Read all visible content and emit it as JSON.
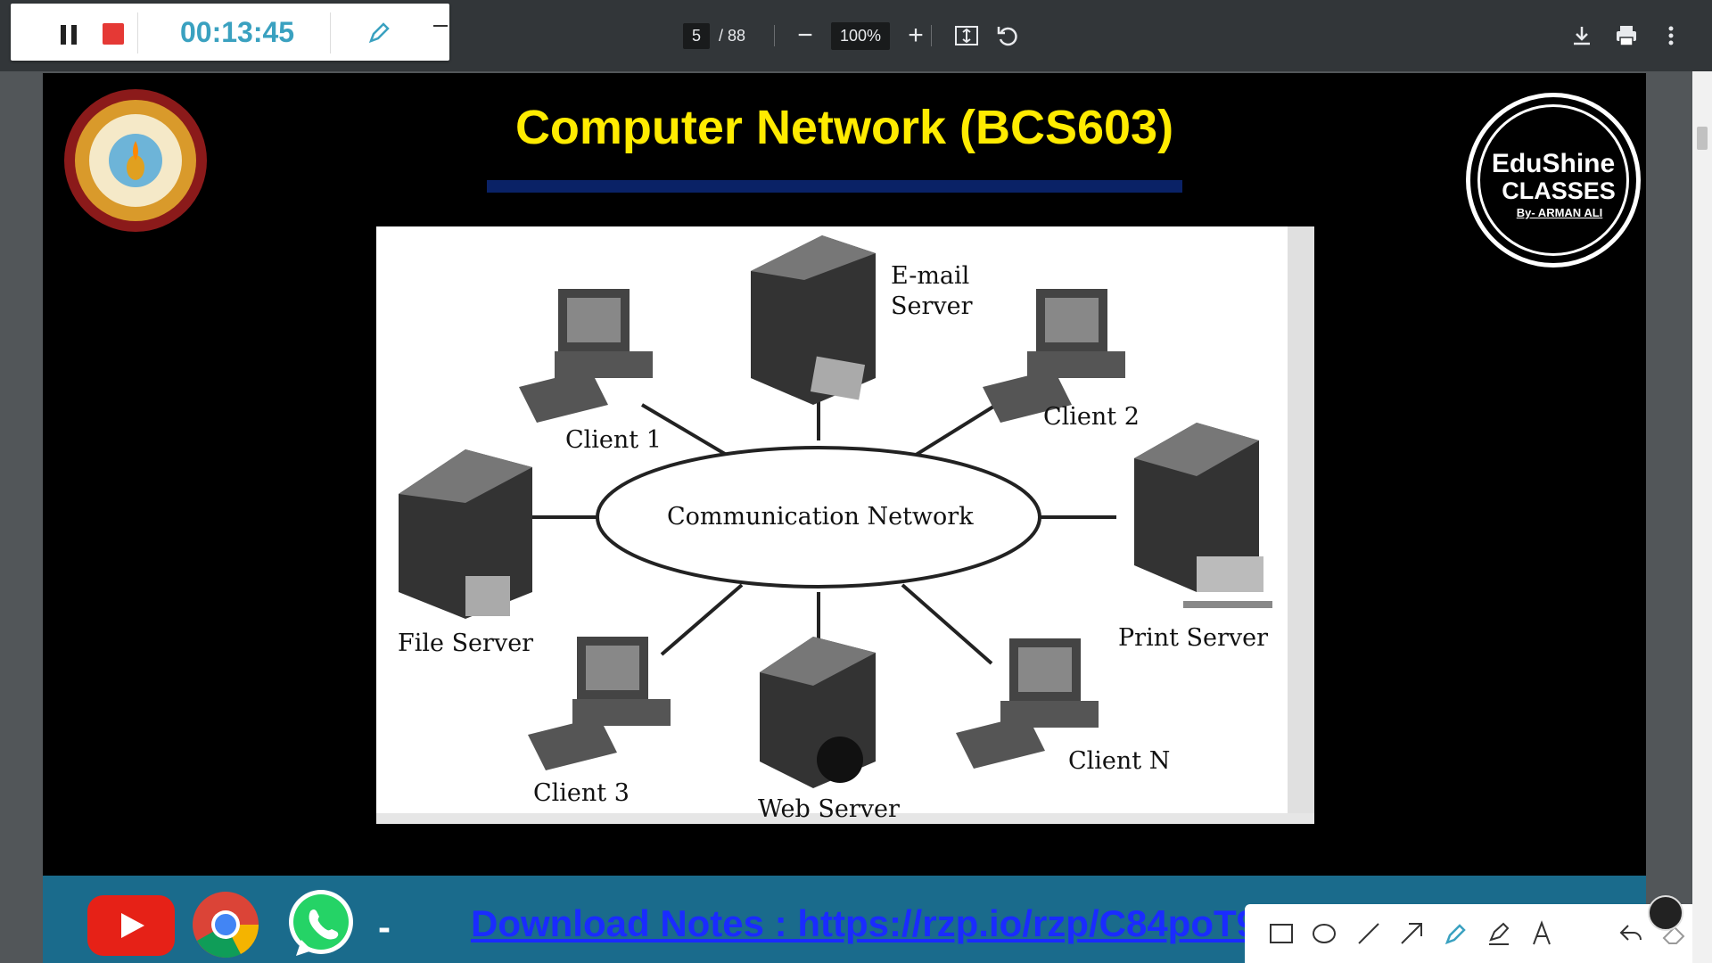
{
  "recorder": {
    "timer": "00:13:45"
  },
  "viewer": {
    "page_current": "5",
    "page_total": "/ 88",
    "zoom": "100%"
  },
  "slide": {
    "title": "Computer Network (BCS603)",
    "logo_right": {
      "line1": "EduShine",
      "line2": "CLASSES",
      "line3": "By- ARMAN ALI"
    },
    "diagram": {
      "center": "Communication Network",
      "nodes": {
        "email_line1": "E-mail",
        "email_line2": "Server",
        "client1": "Client 1",
        "client2": "Client 2",
        "client3": "Client 3",
        "clientn": "Client N",
        "file_server": "File Server",
        "print_server": "Print Server",
        "web_server": "Web Server"
      }
    }
  },
  "footer": {
    "dash": "-",
    "download": "Download Notes : https://rzp.io/rzp/C84poT9C"
  },
  "colors": {
    "title": "#ffeb00",
    "link": "#1a2bff",
    "footer": "#1a6b8c",
    "timer": "#3aa1c0"
  }
}
